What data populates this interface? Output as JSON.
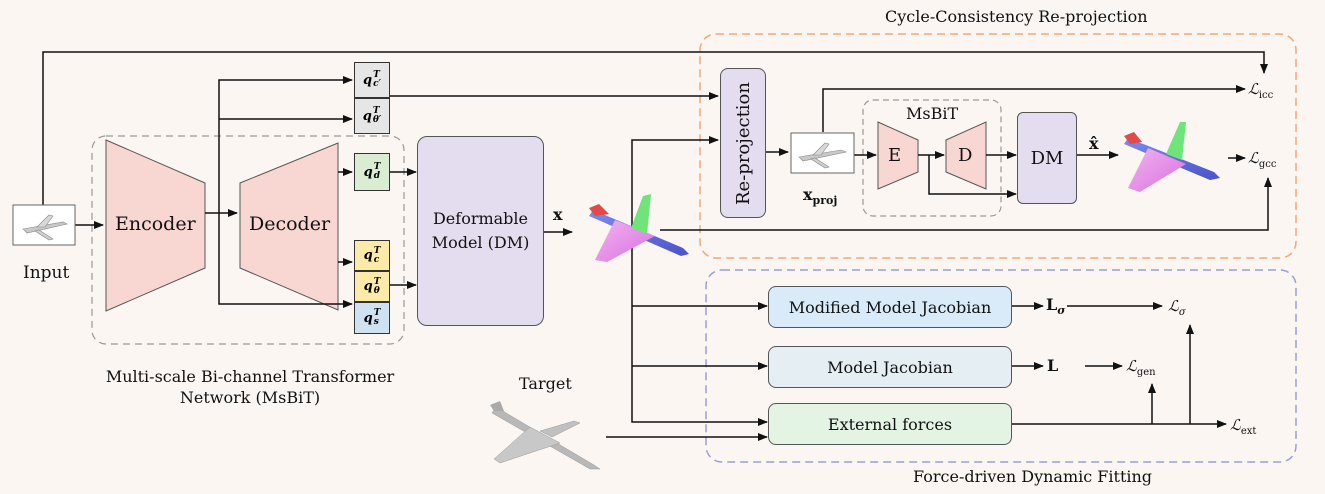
{
  "titles": {
    "cycle": "Cycle-Consistency Re-projection",
    "force": "Force-driven Dynamic Fitting",
    "msbit_network": [
      "Multi-scale Bi-channel Transformer",
      "Network (MsBiT)"
    ],
    "msbit_inner": "MsBiT"
  },
  "labels": {
    "input": "Input",
    "target": "Target",
    "x": "x",
    "x_hat": "x̂",
    "x_proj": "x",
    "x_proj_sub": "proj"
  },
  "blocks": {
    "encoder": "Encoder",
    "decoder": "Decoder",
    "dm": [
      "Deformable",
      "Model (DM)"
    ],
    "reprojection": "Re-projection",
    "e": "E",
    "d": "D",
    "dm_small": "DM",
    "mod_jacobian": "Modified Model Jacobian",
    "jacobian": "Model Jacobian",
    "external": "External forces"
  },
  "params": {
    "qc_prime": {
      "base": "q",
      "sup": "T",
      "sub": "c′"
    },
    "qtheta_prime": {
      "base": "q",
      "sup": "T",
      "sub": "θ′"
    },
    "qd": {
      "base": "q",
      "sup": "T",
      "sub": "d"
    },
    "qc": {
      "base": "q",
      "sup": "T",
      "sub": "c"
    },
    "qtheta": {
      "base": "q",
      "sup": "T",
      "sub": "θ"
    },
    "qs": {
      "base": "q",
      "sup": "T",
      "sub": "s"
    }
  },
  "losses": {
    "icc": {
      "base": "ℒ",
      "sub": "icc"
    },
    "gcc": {
      "base": "ℒ",
      "sub": "gcc"
    },
    "sigma": {
      "base": "ℒ",
      "sub": "σ"
    },
    "gen": {
      "base": "ℒ",
      "sub": "gen"
    },
    "ext": {
      "base": "ℒ",
      "sub": "ext"
    },
    "L_sigma": {
      "base": "L",
      "sub": "σ"
    },
    "L": {
      "base": "L",
      "sub": ""
    }
  },
  "colors": {
    "pink": "#f8d7d3",
    "purple": "#e4dcef",
    "blue_box": "#d9ebf8",
    "light_blue_box": "#e4eef3",
    "green_box": "#e3f4e4",
    "gray_q": "#e6e6e6",
    "green_q": "#d9edd3",
    "yellow_q": "#fbeaa8",
    "blue_q": "#cfe2f1",
    "orange_dash": "#f0a878",
    "blue_dash": "#9a9ed6",
    "gray_dash": "#999999"
  }
}
